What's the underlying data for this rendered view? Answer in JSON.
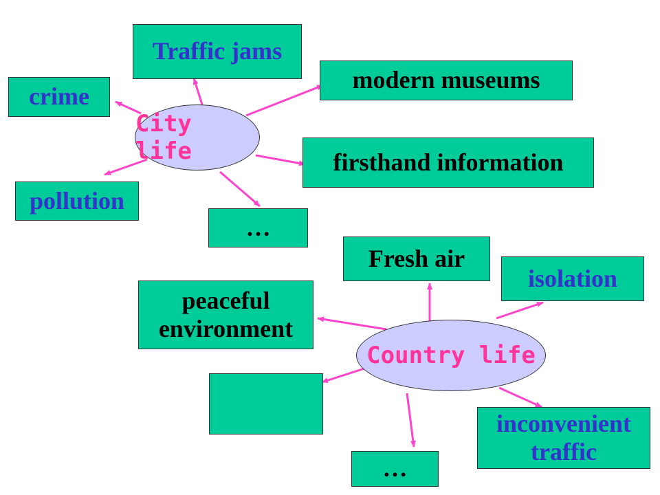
{
  "colors": {
    "box_fill": "#00cc99",
    "hub_fill": "#ccccff",
    "hub_text": "#ff3399",
    "arrow": "#ff44cc",
    "blue_text": "#3333cc",
    "dark_text": "#000000"
  },
  "city": {
    "hub_label": "City life",
    "nodes": {
      "traffic_jams": "Traffic jams",
      "crime": "crime",
      "modern_museums": "modern museums",
      "firsthand_information": "firsthand information",
      "pollution": "pollution",
      "etc": "…"
    }
  },
  "country": {
    "hub_label": "Country life",
    "nodes": {
      "fresh_air": "Fresh air",
      "isolation": "isolation",
      "peaceful_line1": "peaceful",
      "peaceful_line2": "environment",
      "blank": "",
      "inconvenient_line1": "inconvenient",
      "inconvenient_line2": "traffic",
      "etc": "…"
    }
  }
}
